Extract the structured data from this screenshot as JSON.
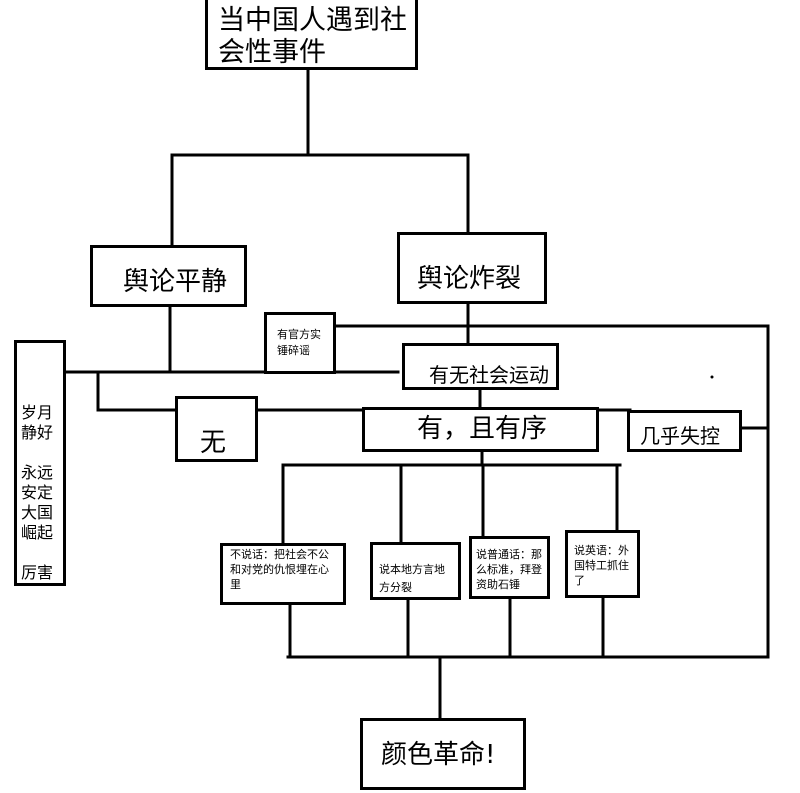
{
  "nodes": {
    "root": "当中国人遇到社会性事件",
    "calm": "舆论平静",
    "explode": "舆论炸裂",
    "rumor": "有官方实锤碎谣",
    "movement_q": "有无社会运动",
    "none": "无",
    "ordered": "有，且有序",
    "chaos": "几乎失控",
    "side": "岁月静好\n\n永远安定大国崛起\n\n厉害了我的国",
    "silent": "不说话：把社会不公和对党的仇恨埋在心里",
    "dialect": "说本地方言地方分裂",
    "mandarin": "说普通话：那么标准，拜登资助石锤",
    "english": "说英语：外国特工抓住了",
    "revolution": "颜色革命!"
  }
}
